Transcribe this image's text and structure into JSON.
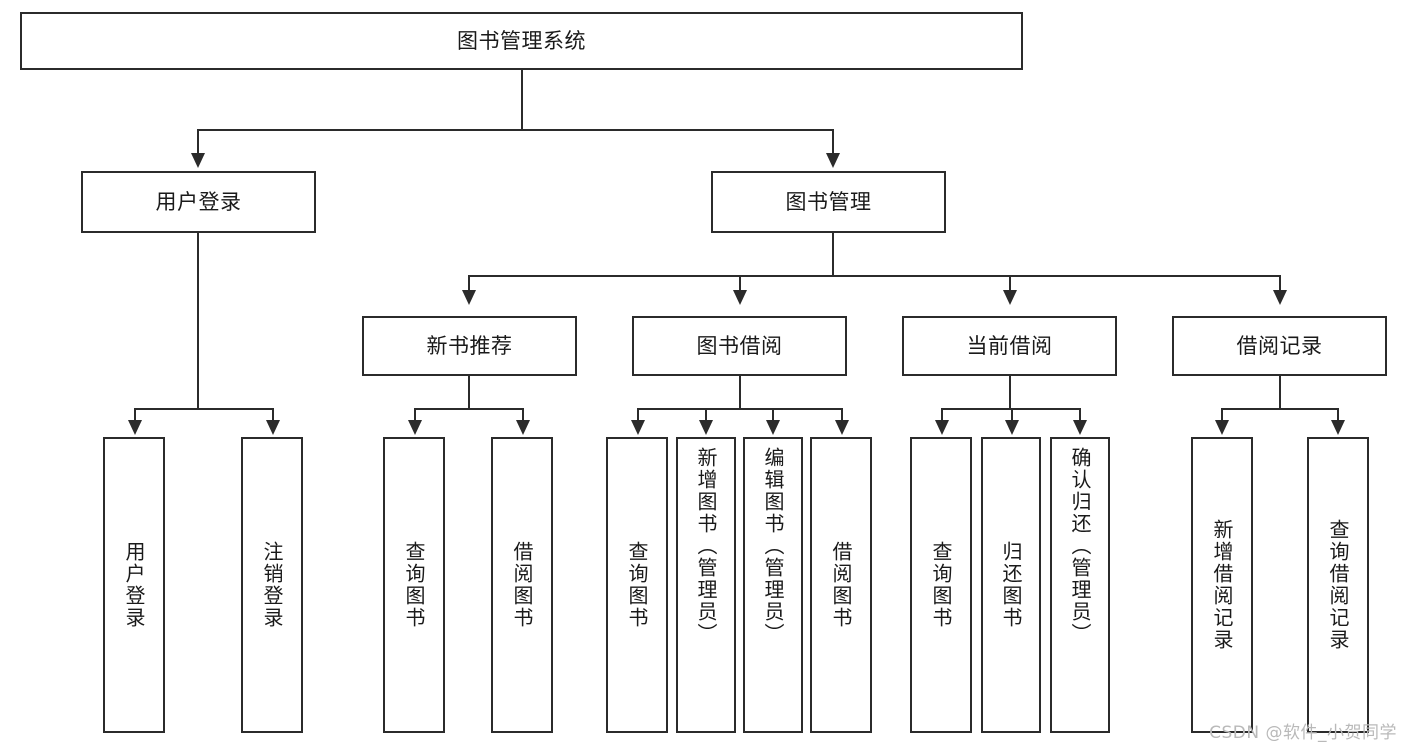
{
  "diagram": {
    "type": "tree-hierarchy",
    "title": "图书管理系统",
    "orientation": "top-down",
    "edge_style": "orthogonal-arrow",
    "colors": {
      "box_border": "#2b2b2b",
      "box_fill": "#ffffff",
      "text": "#1a1a1a",
      "connector": "#2b2b2b",
      "watermark": "#b9b9b9",
      "background": "#ffffff"
    },
    "root": {
      "label": "图书管理系统"
    },
    "level2": [
      {
        "label": "用户登录"
      },
      {
        "label": "图书管理"
      }
    ],
    "level3": [
      {
        "label": "新书推荐"
      },
      {
        "label": "图书借阅"
      },
      {
        "label": "当前借阅"
      },
      {
        "label": "借阅记录"
      }
    ],
    "leaves": {
      "user_login": [
        {
          "label": "用户登录"
        },
        {
          "label": "注销登录"
        }
      ],
      "new_book_recommend": [
        {
          "label": "查询图书"
        },
        {
          "label": "借阅图书"
        }
      ],
      "book_borrow": [
        {
          "label": "查询图书"
        },
        {
          "label": "新增图书（管理员）"
        },
        {
          "label": "编辑图书（管理员）"
        },
        {
          "label": "借阅图书"
        }
      ],
      "current_borrow": [
        {
          "label": "查询图书"
        },
        {
          "label": "归还图书"
        },
        {
          "label": "确认归还（管理员）"
        }
      ],
      "borrow_record": [
        {
          "label": "新增借阅记录"
        },
        {
          "label": "查询借阅记录"
        }
      ]
    }
  },
  "watermark": {
    "text": "CSDN @软件_小贺同学"
  }
}
